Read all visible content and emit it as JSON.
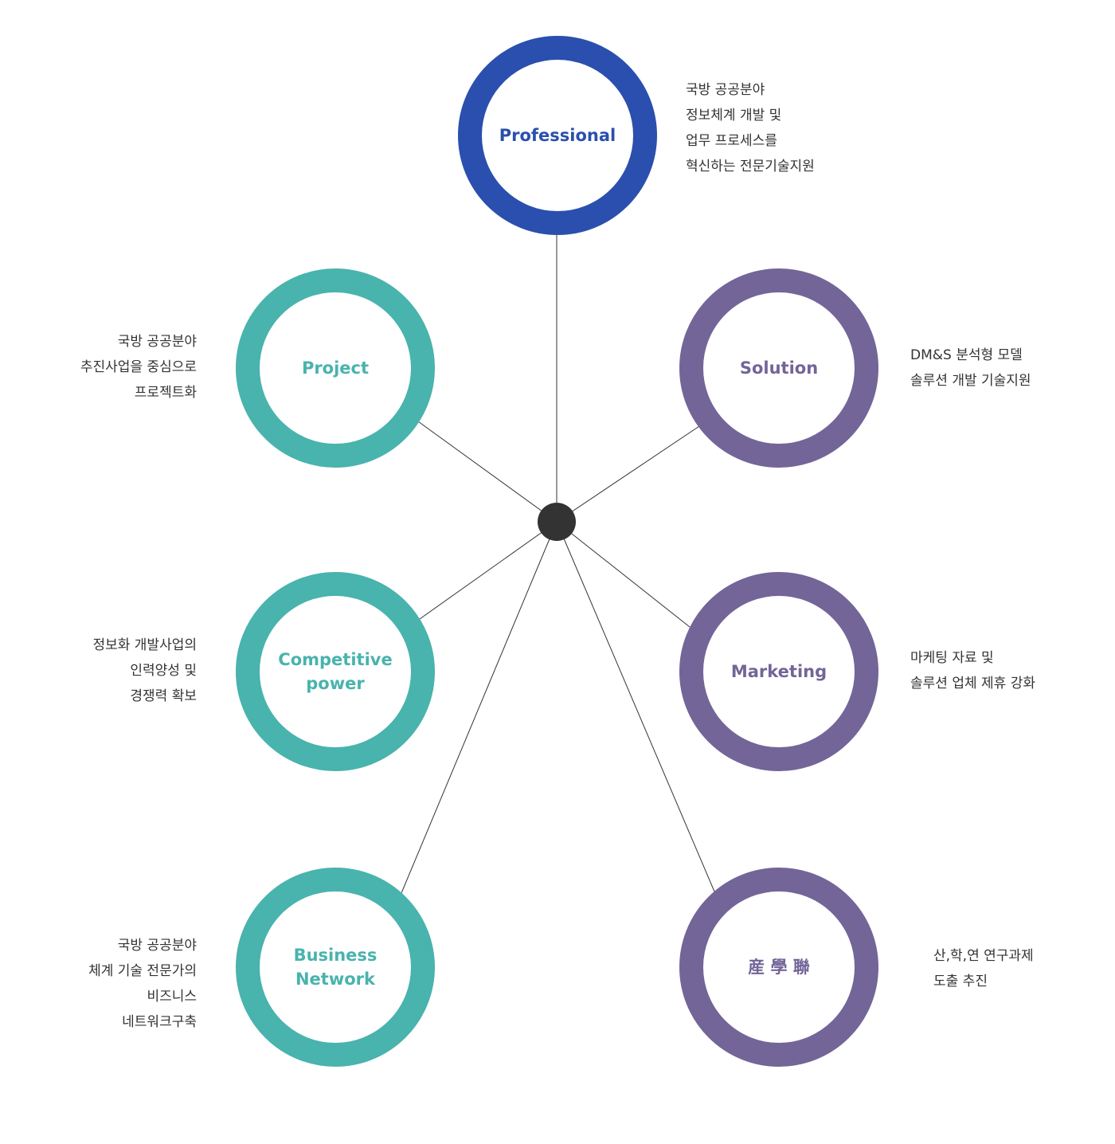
{
  "colors": {
    "professional": "#2a4fae",
    "teal": "#49b3ad",
    "purple": "#736598",
    "hub": "#333333",
    "line": "#333333",
    "text": "#333333"
  },
  "nodes": {
    "professional": {
      "label": "Professional",
      "desc": [
        "국방 공공분야",
        "정보체계 개발 및",
        "업무 프로세스를",
        "혁신하는 전문기술지원"
      ]
    },
    "project": {
      "label": "Project",
      "desc": [
        "국방 공공분야",
        "추진사업을 중심으로",
        "프로젝트화"
      ]
    },
    "solution": {
      "label": "Solution",
      "desc": [
        "DM&S 분석형 모델",
        "솔루션 개발 기술지원"
      ]
    },
    "competitive": {
      "label": "Competitive\npower",
      "desc": [
        "정보화 개발사업의",
        "인력양성 및",
        "경쟁력 확보"
      ]
    },
    "marketing": {
      "label": "Marketing",
      "desc": [
        "마케팅 자료 및",
        "솔루션 업체 제휴 강화"
      ]
    },
    "business": {
      "label": "Business\nNetwork",
      "desc": [
        "국방 공공분야",
        "체계 기술 전문가의",
        "비즈니스",
        "네트워크구축"
      ]
    },
    "sanhak": {
      "label": "産 學 聯",
      "desc": [
        "산,학,연 연구과제",
        "도출 추진"
      ]
    }
  }
}
